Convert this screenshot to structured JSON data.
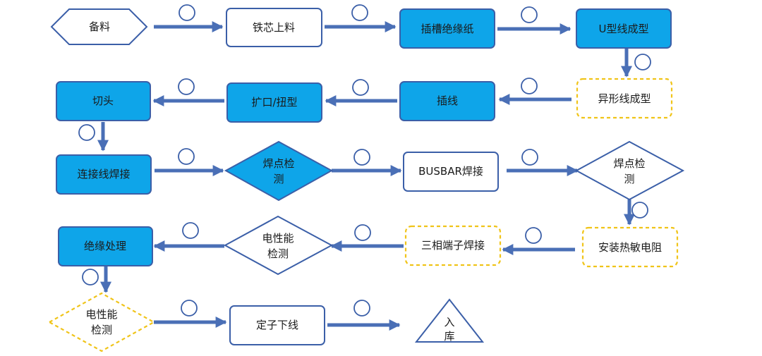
{
  "colors": {
    "process_fill": "#0ea5e9",
    "process_stroke": "#3b5fa8",
    "plain_fill": "#ffffff",
    "dashed_stroke": "#f0c419",
    "arrow": "#4a6fb6",
    "circle_stroke": "#3b5fa8"
  },
  "nodes": {
    "n01": "备料",
    "n02": "铁芯上料",
    "n03": "插槽绝缘纸",
    "n04": "U型线成型",
    "n05": "异形线成型",
    "n06": "插线",
    "n07": "扩口/扭型",
    "n08": "切头",
    "n09": "连接线焊接",
    "n10": [
      "焊点检",
      "测"
    ],
    "n11": "BUSBAR焊接",
    "n12": [
      "焊点检",
      "测"
    ],
    "n13": "安装热敏电阻",
    "n14": "三相端子焊接",
    "n15": [
      "电性能",
      "检测"
    ],
    "n16": "绝缘处理",
    "n17": [
      "电性能",
      "检测"
    ],
    "n18": "定子下线",
    "n19": [
      "入",
      "库"
    ]
  }
}
